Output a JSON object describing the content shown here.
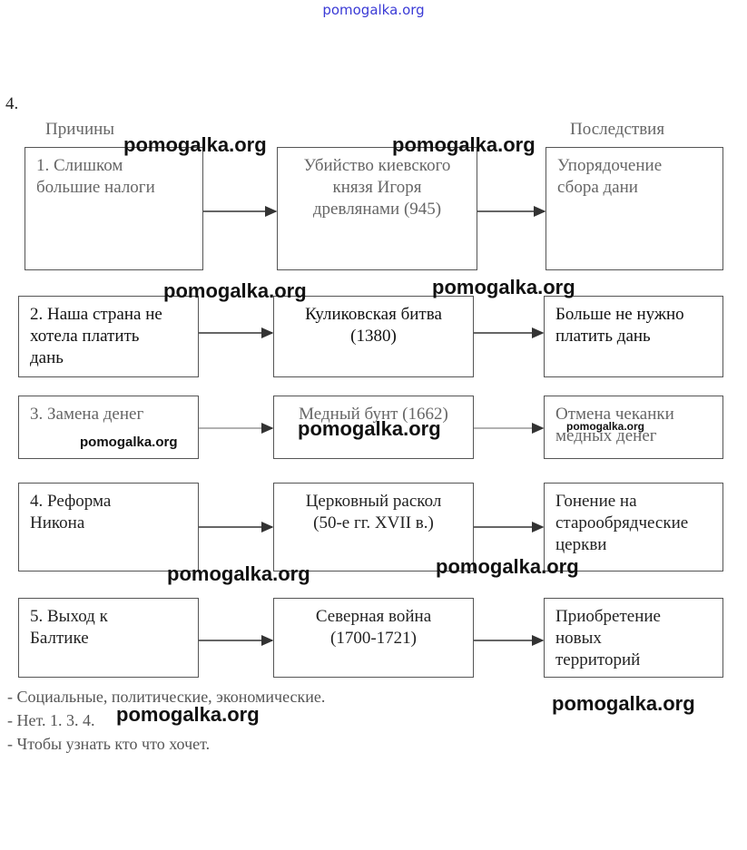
{
  "watermark_top": "pomogalka.org",
  "watermark": "pomogalka.org",
  "task_number": "4.",
  "headers": {
    "causes": "Причины",
    "consequences": "Последствия"
  },
  "rows": [
    {
      "cause": "1. Слишком\nбольшие налоги",
      "event": "Убийство киевского\nкнязя Игоря\nдревлянами (945)",
      "consequence": "Упорядочение\nсбора дани"
    },
    {
      "cause": "2. Наша страна  не\nхотела платить\nдань",
      "event": "Куликовская битва\n(1380)",
      "consequence": "Больше не нужно\nплатить дань"
    },
    {
      "cause": "3. Замена  денег",
      "event": "Медный бунт (1662)",
      "consequence": "Отмена чеканки\nмедных денег"
    },
    {
      "cause": "4. Реформа\nНикона",
      "event": "Церковный раскол\n(50-е гг. XVII в.)",
      "consequence": "Гонение на\nстарообрядческие\nцеркви"
    },
    {
      "cause": "5. Выход к\nБалтике",
      "event": "Северная война\n(1700-1721)",
      "consequence": "Приобретение\nновых\nтерриторий"
    }
  ],
  "answers": [
    "- Социальные, политические, экономические.",
    "- Нет. 1. 3. 4.",
    "- Чтобы узнать кто что хочет."
  ]
}
